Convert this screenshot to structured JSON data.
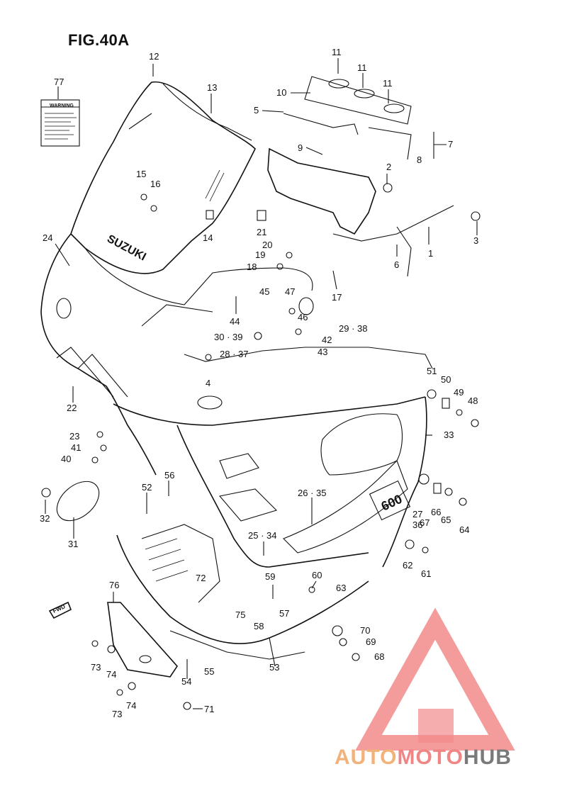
{
  "figure": {
    "title": "FIG.40A"
  },
  "warning_label": {
    "text": "WARNING"
  },
  "windscreen_logo": {
    "text": "SUZUKI"
  },
  "side_decal": {
    "text": "600"
  },
  "fwd_arrow": {
    "text": "FWD"
  },
  "watermark": {
    "part1": "AUTO",
    "part2": "MOTO",
    "part3": "HUB",
    "colors": {
      "auto": "#f2b27a",
      "moto": "#f08585",
      "hub": "#7a7a7a",
      "triangle": "#f28a8a"
    }
  },
  "callouts": [
    {
      "id": "c12",
      "text": "12"
    },
    {
      "id": "c13",
      "text": "13"
    },
    {
      "id": "c77",
      "text": "77"
    },
    {
      "id": "c11a",
      "text": "11"
    },
    {
      "id": "c11b",
      "text": "11"
    },
    {
      "id": "c11c",
      "text": "11"
    },
    {
      "id": "c10",
      "text": "10"
    },
    {
      "id": "c5",
      "text": "5"
    },
    {
      "id": "c7",
      "text": "7"
    },
    {
      "id": "c8",
      "text": "8"
    },
    {
      "id": "c9",
      "text": "9"
    },
    {
      "id": "c2",
      "text": "2"
    },
    {
      "id": "c15",
      "text": "15"
    },
    {
      "id": "c16",
      "text": "16"
    },
    {
      "id": "c14",
      "text": "14"
    },
    {
      "id": "c21",
      "text": "21"
    },
    {
      "id": "c3",
      "text": "3"
    },
    {
      "id": "c1",
      "text": "1"
    },
    {
      "id": "c20",
      "text": "20"
    },
    {
      "id": "c19",
      "text": "19"
    },
    {
      "id": "c18",
      "text": "18"
    },
    {
      "id": "c6",
      "text": "6"
    },
    {
      "id": "c17",
      "text": "17"
    },
    {
      "id": "c24",
      "text": "24"
    },
    {
      "id": "c45",
      "text": "45"
    },
    {
      "id": "c47",
      "text": "47"
    },
    {
      "id": "c46",
      "text": "46"
    },
    {
      "id": "c44",
      "text": "44"
    },
    {
      "id": "c3039",
      "text": "30 · 39"
    },
    {
      "id": "c2938",
      "text": "29 · 38"
    },
    {
      "id": "c42",
      "text": "42"
    },
    {
      "id": "c2837",
      "text": "28 · 37"
    },
    {
      "id": "c43",
      "text": "43"
    },
    {
      "id": "c4",
      "text": "4"
    },
    {
      "id": "c51",
      "text": "51"
    },
    {
      "id": "c50",
      "text": "50"
    },
    {
      "id": "c49",
      "text": "49"
    },
    {
      "id": "c48",
      "text": "48"
    },
    {
      "id": "c22",
      "text": "22"
    },
    {
      "id": "c33",
      "text": "33"
    },
    {
      "id": "c23",
      "text": "23"
    },
    {
      "id": "c41",
      "text": "41"
    },
    {
      "id": "c40",
      "text": "40"
    },
    {
      "id": "c56",
      "text": "56"
    },
    {
      "id": "c52",
      "text": "52"
    },
    {
      "id": "c2635",
      "text": "26 · 35"
    },
    {
      "id": "c2736",
      "text": "27\n36"
    },
    {
      "id": "c67",
      "text": "67"
    },
    {
      "id": "c66",
      "text": "66"
    },
    {
      "id": "c65",
      "text": "65"
    },
    {
      "id": "c64",
      "text": "64"
    },
    {
      "id": "c32",
      "text": "32"
    },
    {
      "id": "c31",
      "text": "31"
    },
    {
      "id": "c2534",
      "text": "25 · 34"
    },
    {
      "id": "c62",
      "text": "62"
    },
    {
      "id": "c61",
      "text": "61"
    },
    {
      "id": "c60",
      "text": "60"
    },
    {
      "id": "c63",
      "text": "63"
    },
    {
      "id": "c59",
      "text": "59"
    },
    {
      "id": "c72",
      "text": "72"
    },
    {
      "id": "c76",
      "text": "76"
    },
    {
      "id": "c57",
      "text": "57"
    },
    {
      "id": "c75",
      "text": "75"
    },
    {
      "id": "c58",
      "text": "58"
    },
    {
      "id": "c70",
      "text": "70"
    },
    {
      "id": "c69",
      "text": "69"
    },
    {
      "id": "c68",
      "text": "68"
    },
    {
      "id": "c53",
      "text": "53"
    },
    {
      "id": "c73a",
      "text": "73"
    },
    {
      "id": "c74a",
      "text": "74"
    },
    {
      "id": "c54",
      "text": "54"
    },
    {
      "id": "c55",
      "text": "55"
    },
    {
      "id": "c74b",
      "text": "74"
    },
    {
      "id": "c73b",
      "text": "73"
    },
    {
      "id": "c71",
      "text": "71"
    }
  ]
}
